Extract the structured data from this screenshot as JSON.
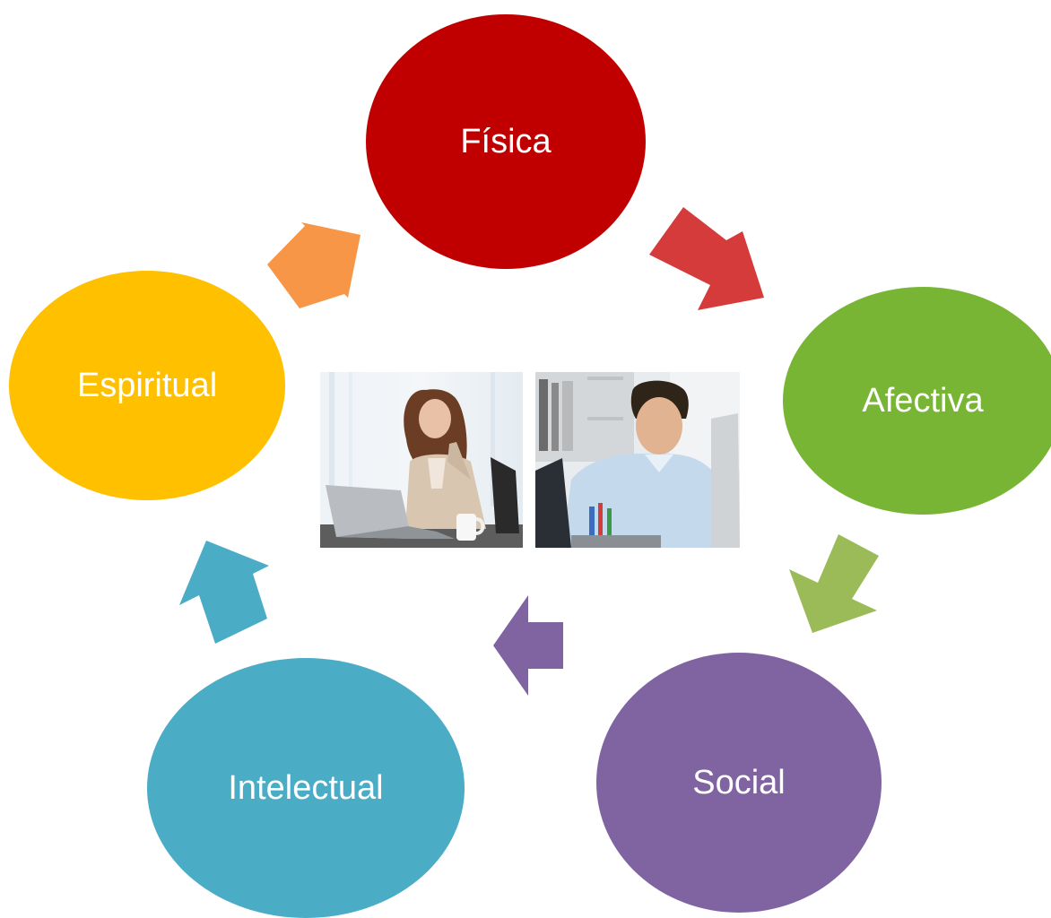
{
  "nodes": {
    "fisica": {
      "label": "Física",
      "color": "#c00000"
    },
    "afectiva": {
      "label": "Afectiva",
      "color": "#78b535"
    },
    "social": {
      "label": "Social",
      "color": "#8064a2"
    },
    "intelectual": {
      "label": "Intelectual",
      "color": "#4bacc6"
    },
    "espiritual": {
      "label": "Espiritual",
      "color": "#ffc000"
    }
  },
  "arrows": [
    {
      "from": "Espiritual",
      "to": "Física",
      "color": "#f79646"
    },
    {
      "from": "Física",
      "to": "Afectiva",
      "color": "#d63b3b"
    },
    {
      "from": "Afectiva",
      "to": "Social",
      "color": "#9bbb59"
    },
    {
      "from": "Social",
      "to": "Intelectual",
      "color": "#8064a2"
    },
    {
      "from": "Intelectual",
      "to": "Espiritual",
      "color": "#4bacc6"
    }
  ],
  "photos": [
    {
      "subject": "woman-with-laptop"
    },
    {
      "subject": "man-at-desk"
    }
  ]
}
